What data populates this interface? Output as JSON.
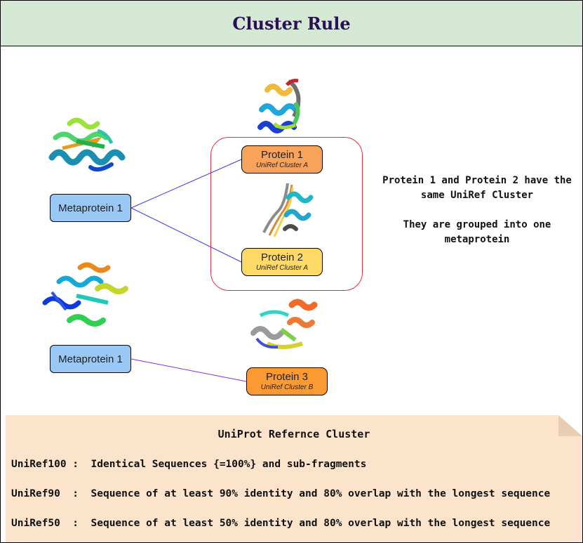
{
  "title": "Cluster Rule",
  "metaproteins": [
    {
      "label": "Metaprotein 1"
    },
    {
      "label": "Metaprotein 1"
    }
  ],
  "proteins": [
    {
      "name": "Protein 1",
      "cluster": "UniRef Cluster A",
      "color": "#f7a35c"
    },
    {
      "name": "Protein 2",
      "cluster": "UniRef Cluster A",
      "color": "#ffd966"
    },
    {
      "name": "Protein 3",
      "cluster": "UniRef Cluster B",
      "color": "#fb9a33"
    }
  ],
  "explanation": {
    "line1": "Protein 1 and Protein 2 have the",
    "line2": "same UniRef Cluster",
    "line3": "They are grouped into one",
    "line4": "metaprotein"
  },
  "reference": {
    "title": "UniProt Refernce Cluster",
    "rows": [
      {
        "name": "UniRef100",
        "sep": " :  ",
        "desc": "Identical Sequences {=100%} and sub-fragments"
      },
      {
        "name": "UniRef90",
        "sep": "  :  ",
        "desc": "Sequence of at least 90% identity and 80% overlap with the longest sequence"
      },
      {
        "name": "UniRef50",
        "sep": "  :  ",
        "desc": "Sequence of at least 50% identity and 80% overlap with the longest sequence"
      }
    ]
  },
  "colors": {
    "title_bg": "#d5e8d4",
    "title_text": "#2b0f57",
    "metaprotein_bg": "#99c8f7",
    "group_border": "#e0313b",
    "connector_blue": "#3a3ae0",
    "connector_purple": "#8a2be2",
    "note_bg": "#fbe3cc"
  },
  "icons": [
    "protein-structure-icon"
  ]
}
